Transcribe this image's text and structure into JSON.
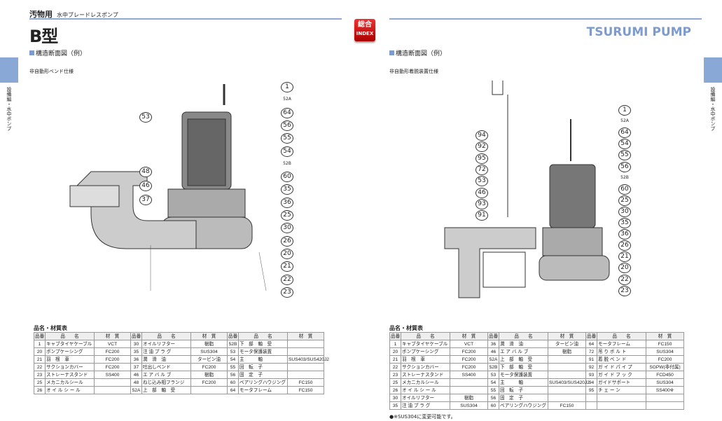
{
  "header": {
    "category": "汚物用",
    "subcategory": "水中ブレードレスポンプ",
    "title": "B型",
    "index_top": "総合",
    "index_bottom": "INDEX",
    "brand": "TSURUMI PUMP"
  },
  "side_tab": {
    "label": "設備編・水中ポンプ"
  },
  "left": {
    "section": "構造断面図（例）",
    "note": "非自動形ベンド仕様",
    "callouts_left": [
      "53",
      "48",
      "46",
      "37"
    ],
    "callouts_right": [
      "1",
      "52A",
      "64",
      "56",
      "55",
      "54",
      "52B",
      "60",
      "35",
      "36",
      "25",
      "30",
      "26",
      "20",
      "21",
      "22",
      "23"
    ],
    "table_title": "品名・材質表",
    "headers": [
      "品番",
      "品　　名",
      "材　質"
    ],
    "rows": [
      [
        [
          "1",
          "キャブタイヤケーブル",
          "VCT"
        ],
        [
          "30",
          "オイルリフター",
          "樹脂"
        ],
        [
          "52B",
          "下　部　軸　受",
          ""
        ]
      ],
      [
        [
          "20",
          "ポンプケーシング",
          "FC200"
        ],
        [
          "35",
          "注 油 プ ラ グ",
          "SUS304"
        ],
        [
          "53",
          "モータ保護装置",
          ""
        ]
      ],
      [
        [
          "21",
          "羽　根　車",
          "FC200"
        ],
        [
          "36",
          "潤　滑　油",
          "タービン油"
        ],
        [
          "54",
          "主　　　軸",
          "SUS403/SUS420J2"
        ]
      ],
      [
        [
          "22",
          "サクションカバー",
          "FC200"
        ],
        [
          "37",
          "吐出しベンド",
          "FC200"
        ],
        [
          "55",
          "回　転　子",
          ""
        ]
      ],
      [
        [
          "23",
          "ストレーナスタンド",
          "SS400"
        ],
        [
          "46",
          "エ ア バ ル ブ",
          "樹脂"
        ],
        [
          "56",
          "固　定　子",
          ""
        ]
      ],
      [
        [
          "25",
          "メカニカルシール",
          ""
        ],
        [
          "48",
          "ねじ込み相フランジ",
          "FC200"
        ],
        [
          "60",
          "ベアリングハウジング",
          "FC150"
        ]
      ],
      [
        [
          "26",
          "オ イ ル シ ー ル",
          ""
        ],
        [
          "52A",
          "上　部　軸　受",
          ""
        ],
        [
          "64",
          "モータフレーム",
          "FC150"
        ]
      ]
    ]
  },
  "right": {
    "section": "構造断面図（例）",
    "note": "非自動形着脱装置仕様",
    "callouts_left": [
      "94",
      "92",
      "95",
      "72",
      "53",
      "46",
      "93",
      "91"
    ],
    "callouts_right": [
      "1",
      "52A",
      "64",
      "54",
      "55",
      "56",
      "52B",
      "60",
      "25",
      "30",
      "35",
      "36",
      "26",
      "21",
      "20",
      "22",
      "23"
    ],
    "table_title": "品名・材質表",
    "headers": [
      "品番",
      "品　　名",
      "材　質"
    ],
    "rows": [
      [
        [
          "1",
          "キャブタイヤケーブル",
          "VCT"
        ],
        [
          "36",
          "潤　滑　油",
          "タービン油"
        ],
        [
          "64",
          "モータフレーム",
          "FC150"
        ]
      ],
      [
        [
          "20",
          "ポンプケーシング",
          "FC200"
        ],
        [
          "46",
          "エ ア バ ル ブ",
          "樹脂"
        ],
        [
          "72",
          "吊 り ボ ル ト",
          "SUS304"
        ]
      ],
      [
        [
          "21",
          "羽　根　車",
          "FC200"
        ],
        [
          "52A",
          "上　部　軸　受",
          ""
        ],
        [
          "91",
          "着 脱 ベ ン ド",
          "FC200"
        ]
      ],
      [
        [
          "22",
          "サクションカバー",
          "FC200"
        ],
        [
          "52B",
          "下　部　軸　受",
          ""
        ],
        [
          "92",
          "ガ イ ド パ イ プ",
          "SGPW(非付属)"
        ]
      ],
      [
        [
          "23",
          "ストレーナスタンド",
          "SS400"
        ],
        [
          "53",
          "モータ保護装置",
          ""
        ],
        [
          "93",
          "ガ イ ド フ ッ ク",
          "FCD450"
        ]
      ],
      [
        [
          "25",
          "メカニカルシール",
          ""
        ],
        [
          "54",
          "主　　　軸",
          "SUS403/SUS420J2"
        ],
        [
          "94",
          "ガイドサポート",
          "SUS304"
        ]
      ],
      [
        [
          "26",
          "オ イ ル シ ー ル",
          ""
        ],
        [
          "55",
          "回　転　子",
          ""
        ],
        [
          "95",
          "チ ェ ー ン",
          "SS400※"
        ]
      ],
      [
        [
          "30",
          "オイルリフター",
          "樹脂"
        ],
        [
          "56",
          "固　定　子",
          ""
        ],
        [
          "",
          "",
          ""
        ]
      ],
      [
        [
          "35",
          "注 油 プ ラ グ",
          "SUS304"
        ],
        [
          "60",
          "ベアリングハウジング",
          "FC150"
        ],
        [
          "",
          "",
          ""
        ]
      ]
    ],
    "footnote": "●※SUS304に変更可能です。"
  }
}
